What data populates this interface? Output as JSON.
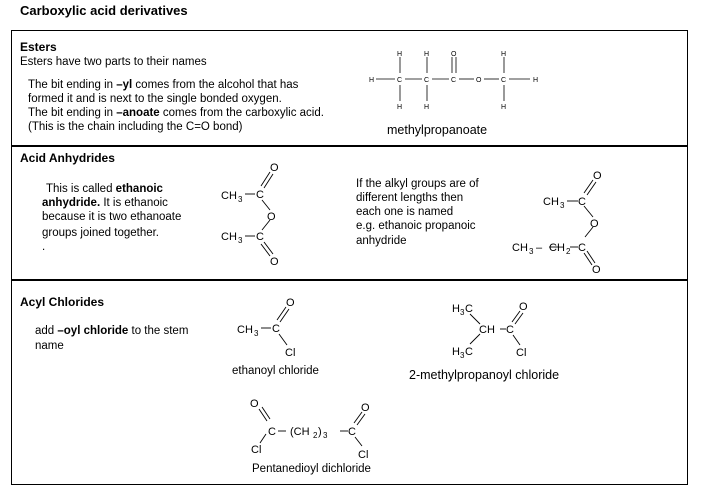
{
  "title": "Carboxylic acid derivatives",
  "esters": {
    "heading": "Esters",
    "intro": "Esters have two parts to their names",
    "lines": [
      "The bit ending in –yl comes from the alcohol that has",
      "formed it and is next to the single bonded oxygen.",
      "The bit ending in –anoate comes from the carboxylic acid.",
      "(This is the chain including the C=O bond)"
    ],
    "structure_caption": "methylpropanoate",
    "atom_h": "H",
    "atom_c": "C",
    "atom_o": "O"
  },
  "anhydrides": {
    "heading": "Acid Anhydrides",
    "lines": [
      "This is called ethanoic",
      "anhydride. It is ethanoic",
      "because it is two ethanoate",
      "groups joined together."
    ],
    "dot": ".",
    "right_lines": [
      "If the alkyl groups are of",
      "different  lengths then",
      "each one is named",
      " e.g. ethanoic propanoic",
      "anhydride"
    ],
    "ch3": "CH",
    "sub3": "3",
    "ch2": "CH",
    "sub2": "2",
    "c": "C",
    "o": "O"
  },
  "acyl": {
    "heading": "Acyl Chlorides",
    "lines": [
      "add –oyl chloride to the stem",
      "name"
    ],
    "ethanoyl_caption": "ethanoyl chloride",
    "methylpropanoyl_caption": "2-methylpropanoyl chloride",
    "pentanedioyl_caption": "Pentanedioyl dichloride",
    "cl": "Cl",
    "ch": "CH",
    "h3c": "H",
    "chain": "(CH",
    "chain_close": ")",
    "chain_sub": "2",
    "chain_sub3": "3"
  }
}
